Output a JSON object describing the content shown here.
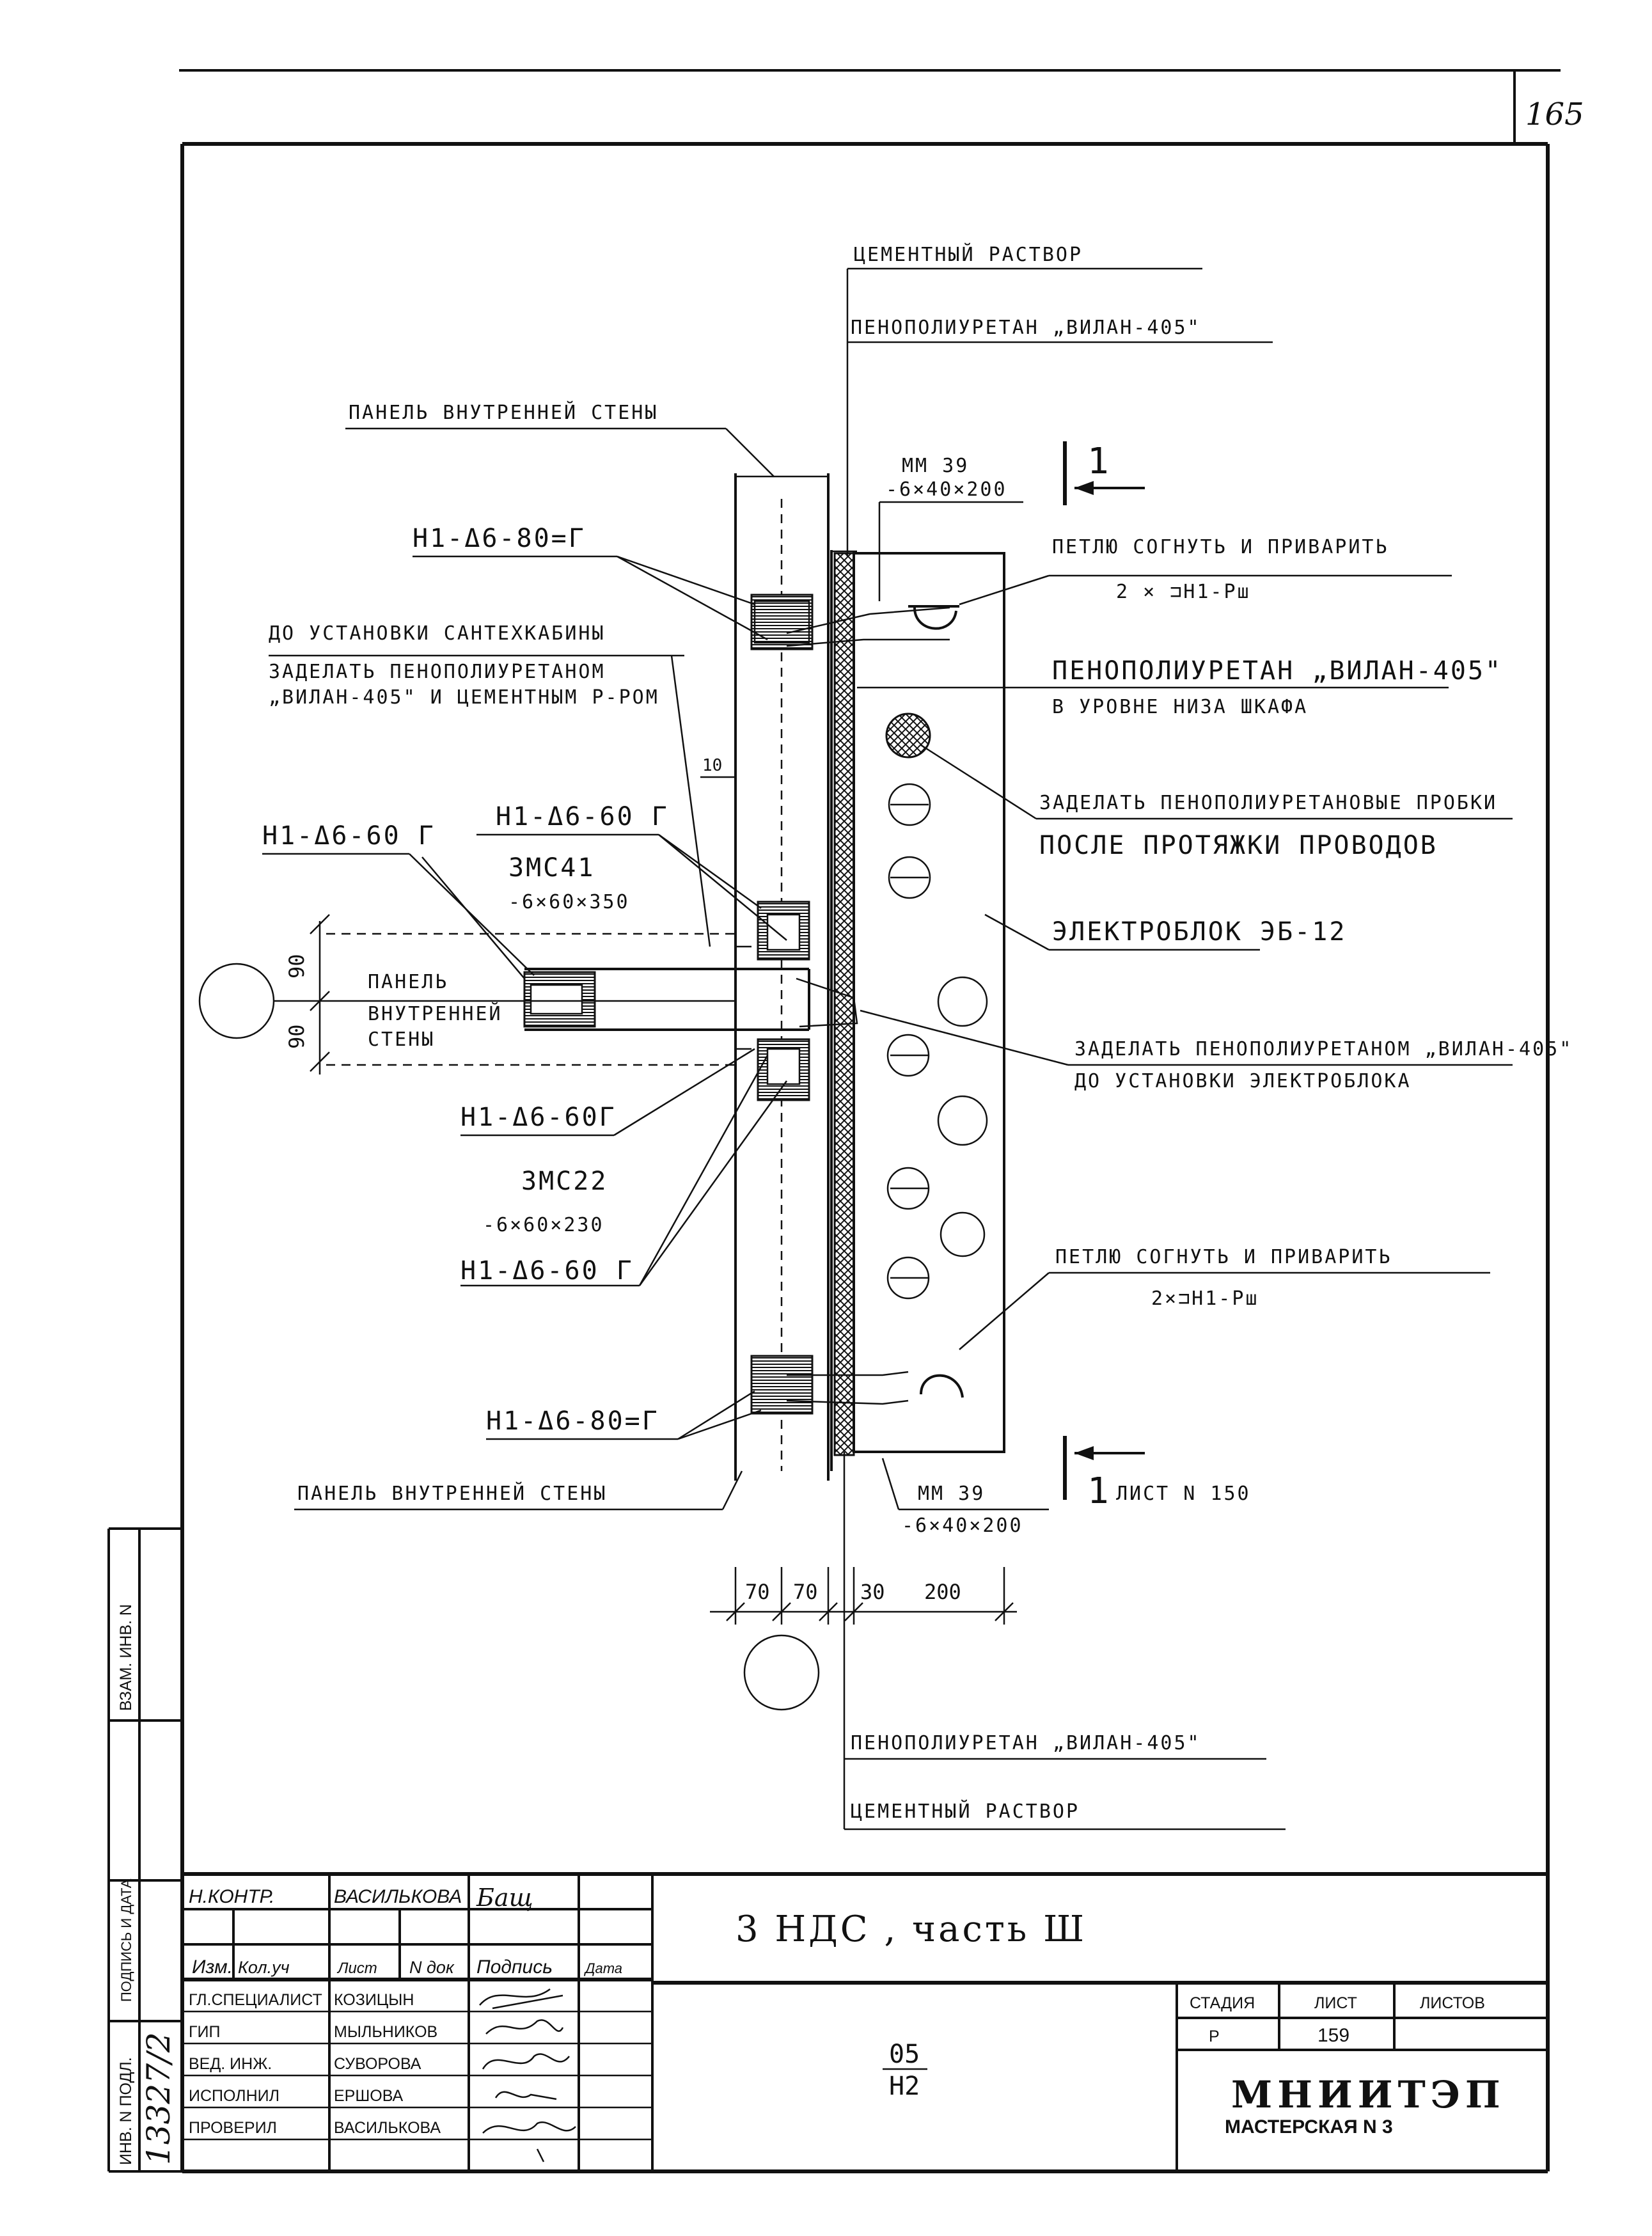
{
  "page_number": "165",
  "labels": {
    "cement_top": "ЦЕМЕНТНЫЙ РАСТВОР",
    "foam_top": "ПЕНОПОЛИУРЕТАН „ВИЛАН-405\"",
    "panel_top": "ПАНЕЛЬ ВНУТРЕННЕЙ СТЕНЫ",
    "mm39_top": "ММ 39",
    "mm39_top_size": "-6×40×200",
    "section_num_top": "1",
    "h1_top": "Н1-Δ6-80=Г",
    "loop_top": "ПЕТЛЮ СОГНУТЬ И ПРИВАРИТЬ",
    "loop_top_spec": "2 × ⊐Н1-Рш",
    "before_cabin_1": "ДО УСТАНОВКИ САНТЕХКАБИНЫ",
    "before_cabin_2": "ЗАДЕЛАТЬ ПЕНОПОЛИУРЕТАНОМ",
    "before_cabin_3": "„ВИЛАН-405\" И ЦЕМЕНТНЫМ Р-РОМ",
    "foam_cabinet_1": "ПЕНОПОЛИУРЕТАН „ВИЛАН-405\"",
    "foam_cabinet_2": "В УРОВНЕ НИЗА ШКАФА",
    "dim_10": "10",
    "plugs_1": "ЗАДЕЛАТЬ ПЕНОПОЛИУРЕТАНОВЫЕ ПРОБКИ",
    "plugs_2": "ПОСЛЕ ПРОТЯЖКИ ПРОВОДОВ",
    "h1_60_left": "Н1-Δ6-60 Г",
    "h1_60_mid": "Н1-Δ6-60 Г",
    "zmc41": "ЗМС41",
    "zmc41_size": "-6×60×350",
    "eblock": "ЭЛЕКТРОБЛОК ЭБ-12",
    "dim_90_a": "90",
    "dim_90_b": "90",
    "panel_inner_1": "ПАНЕЛЬ",
    "panel_inner_2": "ВНУТРЕННЕЙ",
    "panel_inner_3": "СТЕНЫ",
    "seal_eblock_1": "ЗАДЕЛАТЬ ПЕНОПОЛИУРЕТАНОМ „ВИЛАН-405\"",
    "seal_eblock_2": "ДО УСТАНОВКИ ЭЛЕКТРОБЛОКА",
    "h1_60_lower": "Н1-Δ6-60Г",
    "zmc22": "ЗМС22",
    "zmc22_size": "-6×60×230",
    "h1_60_bottom": "Н1-Δ6-60 Г",
    "loop_bottom": "ПЕТЛЮ СОГНУТЬ И ПРИВАРИТЬ",
    "loop_bottom_spec": "2×⊐Н1-Рш",
    "h1_80_bottom": "Н1-Δ6-80=Г",
    "panel_bottom": "ПАНЕЛЬ ВНУТРЕННЕЙ СТЕНЫ",
    "mm39_bottom": "ММ 39",
    "mm39_bottom_size": "-6×40×200",
    "section_num_bottom": "1",
    "sheet_ref": "ЛИСТ N 150",
    "dim_70_a": "70",
    "dim_70_b": "70",
    "dim_30": "30",
    "dim_200": "200",
    "foam_bottom": "ПЕНОПОЛИУРЕТАН „ВИЛАН-405\"",
    "cement_bottom": "ЦЕМЕНТНЫЙ РАСТВОР"
  },
  "side_stamp": {
    "inv_replace": "ВЗАМ. ИНВ. N",
    "sign_date": "ПОДПИСЬ И ДАТА",
    "inv_orig": "ИНВ. N ПОДЛ.",
    "inv_number": "13327/2"
  },
  "title_block": {
    "norm_control_role": "Н.КОНТР.",
    "norm_control_name": "ВАСИЛЬКОВА",
    "col_izm": "Изм.",
    "col_kol": "Кол.уч",
    "col_list": "Лист",
    "col_ndok": "N док",
    "col_podpis": "Подпись",
    "col_data": "Дата",
    "rows": [
      {
        "role": "ГЛ.СПЕЦИАЛИСТ",
        "name": "КОЗИЦЫН"
      },
      {
        "role": "ГИП",
        "name": "МЫЛЬНИКОВ"
      },
      {
        "role": "ВЕД. ИНЖ.",
        "name": "СУВОРОВА"
      },
      {
        "role": "ИСПОЛНИЛ",
        "name": "ЕРШОВА"
      },
      {
        "role": "ПРОВЕРИЛ",
        "name": "ВАСИЛЬКОВА"
      }
    ],
    "doc_title": "3 НДС , часть Ш",
    "code_top": "05",
    "code_bottom": "Н2",
    "stage_label": "СТАДИЯ",
    "sheet_label": "ЛИСТ",
    "sheets_label": "ЛИСТОВ",
    "stage": "Р",
    "sheet": "159",
    "org_name": "МНИИТЭП",
    "org_dept": "МАСТЕРСКАЯ N 3"
  }
}
